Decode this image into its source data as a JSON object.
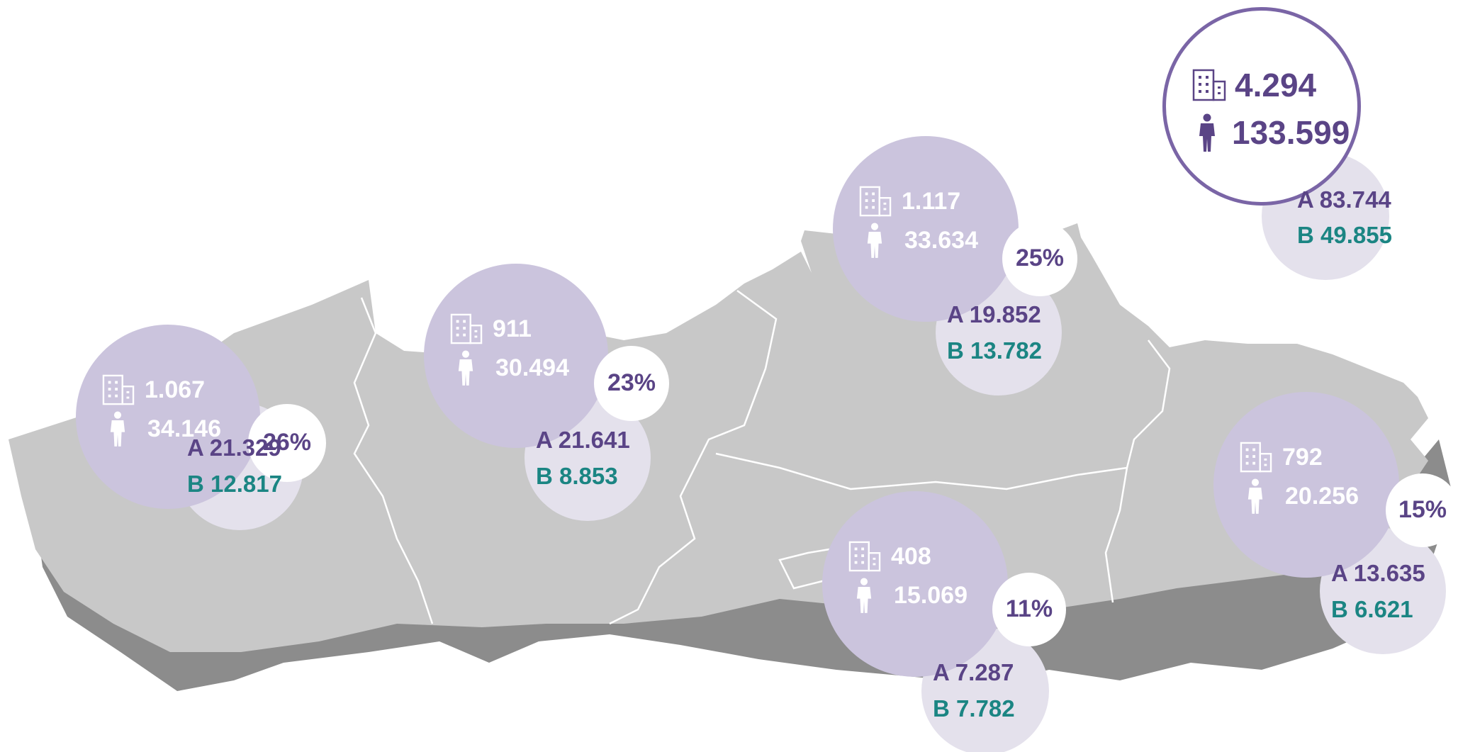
{
  "colors": {
    "map_fill": "#c8c8c8",
    "map_side": "#8c8c8c",
    "region_circle": "#cbc4dd",
    "split_circle": "#e4e1ec",
    "purple_text": "#5a4486",
    "teal_text": "#1b8583",
    "total_ring": "#7a65a6"
  },
  "icons": {
    "companies": "building-icon",
    "people": "person-icon"
  },
  "total": {
    "companies": "4.294",
    "people": "133.599",
    "a": "A 83.744",
    "b": "B 49.855"
  },
  "regions": [
    {
      "companies": "1.067",
      "people": "34.146",
      "pct": "26%",
      "a": "A 21.329",
      "b": "B 12.817"
    },
    {
      "companies": "911",
      "people": "30.494",
      "pct": "23%",
      "a": "A 21.641",
      "b": "B 8.853"
    },
    {
      "companies": "1.117",
      "people": "33.634",
      "pct": "25%",
      "a": "A 19.852",
      "b": "B 13.782"
    },
    {
      "companies": "408",
      "people": "15.069",
      "pct": "11%",
      "a": "A 7.287",
      "b": "B 7.782"
    },
    {
      "companies": "792",
      "people": "20.256",
      "pct": "15%",
      "a": "A 13.635",
      "b": "B 6.621"
    }
  ]
}
